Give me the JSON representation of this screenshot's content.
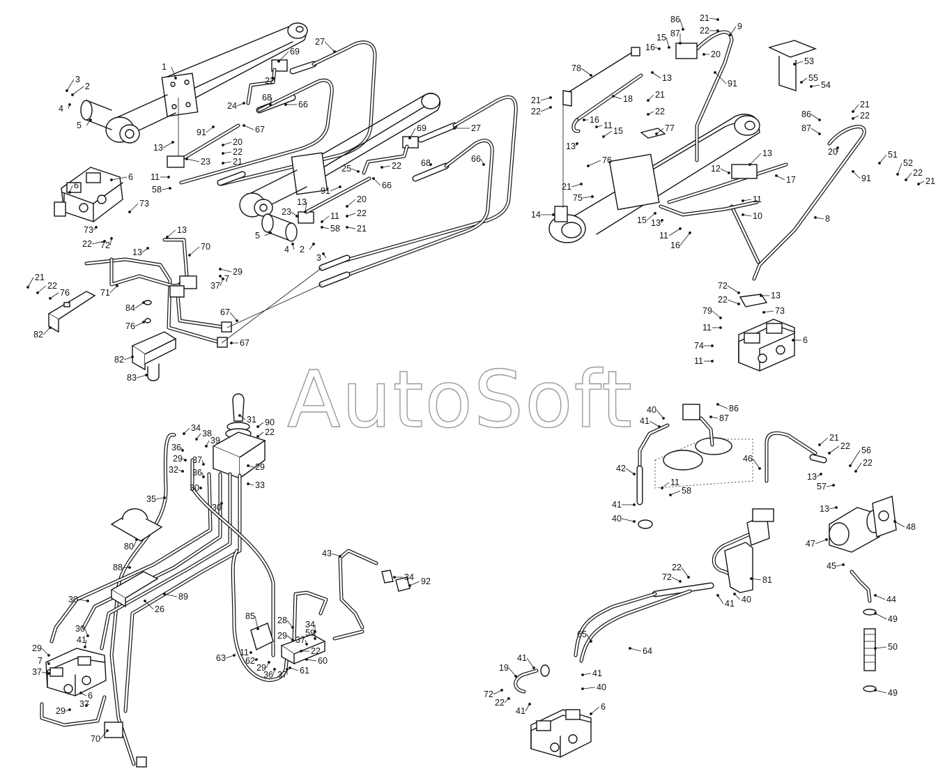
{
  "watermark": "AutoSoft",
  "callouts": [
    {
      "id": "c1",
      "text": "1"
    },
    {
      "id": "c2",
      "text": "2"
    },
    {
      "id": "c3",
      "text": "3"
    },
    {
      "id": "c4",
      "text": "4"
    },
    {
      "id": "c5",
      "text": "5"
    },
    {
      "id": "c6",
      "text": "6"
    },
    {
      "id": "c69",
      "text": "69"
    },
    {
      "id": "c27",
      "text": "27"
    },
    {
      "id": "c22a",
      "text": "22"
    },
    {
      "id": "c68",
      "text": "68"
    },
    {
      "id": "c24",
      "text": "24"
    },
    {
      "id": "c66",
      "text": "66"
    },
    {
      "id": "c91",
      "text": "91"
    },
    {
      "id": "c67",
      "text": "67"
    },
    {
      "id": "c13",
      "text": "13"
    },
    {
      "id": "c20",
      "text": "20"
    },
    {
      "id": "c22b",
      "text": "22"
    },
    {
      "id": "c21",
      "text": "21"
    },
    {
      "id": "c23",
      "text": "23"
    },
    {
      "id": "c11",
      "text": "11"
    },
    {
      "id": "c58",
      "text": "58"
    },
    {
      "id": "c6b",
      "text": "6"
    },
    {
      "id": "c73",
      "text": "73"
    },
    {
      "id": "c73b",
      "text": "73"
    },
    {
      "id": "c22c",
      "text": "22"
    },
    {
      "id": "c72",
      "text": "72"
    },
    {
      "id": "c13b",
      "text": "13"
    },
    {
      "id": "c13c",
      "text": "13"
    },
    {
      "id": "c70",
      "text": "70"
    },
    {
      "id": "c29",
      "text": "29"
    },
    {
      "id": "c7",
      "text": "7"
    },
    {
      "id": "c37",
      "text": "37"
    },
    {
      "id": "c71",
      "text": "71"
    },
    {
      "id": "c21b",
      "text": "21"
    },
    {
      "id": "c22d",
      "text": "22"
    },
    {
      "id": "c76",
      "text": "76"
    },
    {
      "id": "c82",
      "text": "82"
    },
    {
      "id": "c84",
      "text": "84"
    },
    {
      "id": "c76b",
      "text": "76"
    },
    {
      "id": "c82b",
      "text": "82"
    },
    {
      "id": "c83",
      "text": "83"
    },
    {
      "id": "c67b",
      "text": "67"
    },
    {
      "id": "c67c",
      "text": "67"
    },
    {
      "id": "c69b",
      "text": "69"
    },
    {
      "id": "c27b",
      "text": "27"
    },
    {
      "id": "c25",
      "text": "25"
    },
    {
      "id": "c22e",
      "text": "22"
    },
    {
      "id": "c68b",
      "text": "68"
    },
    {
      "id": "c66b",
      "text": "66"
    },
    {
      "id": "c66c",
      "text": "66"
    },
    {
      "id": "c91b",
      "text": "91"
    },
    {
      "id": "c13d",
      "text": "13"
    },
    {
      "id": "c23b",
      "text": "23"
    },
    {
      "id": "c11b",
      "text": "11"
    },
    {
      "id": "c20b",
      "text": "20"
    },
    {
      "id": "c22f",
      "text": "22"
    },
    {
      "id": "c58b",
      "text": "58"
    },
    {
      "id": "c21c",
      "text": "21"
    },
    {
      "id": "c5b",
      "text": "5"
    },
    {
      "id": "c4b",
      "text": "4"
    },
    {
      "id": "c2b",
      "text": "2"
    },
    {
      "id": "c3b",
      "text": "3"
    },
    {
      "id": "c86",
      "text": "86"
    },
    {
      "id": "c21d",
      "text": "21"
    },
    {
      "id": "c22g",
      "text": "22"
    },
    {
      "id": "c9",
      "text": "9"
    },
    {
      "id": "c87",
      "text": "87"
    },
    {
      "id": "c15",
      "text": "15"
    },
    {
      "id": "c16",
      "text": "16"
    },
    {
      "id": "c20c",
      "text": "20"
    },
    {
      "id": "c78",
      "text": "78"
    },
    {
      "id": "c13e",
      "text": "13"
    },
    {
      "id": "c91c",
      "text": "91"
    },
    {
      "id": "c53",
      "text": "53"
    },
    {
      "id": "c55",
      "text": "55"
    },
    {
      "id": "c54",
      "text": "54"
    },
    {
      "id": "c21e",
      "text": "21"
    },
    {
      "id": "c22h",
      "text": "22"
    },
    {
      "id": "c18",
      "text": "18"
    },
    {
      "id": "c21f",
      "text": "21"
    },
    {
      "id": "c22i",
      "text": "22"
    },
    {
      "id": "c16b",
      "text": "16"
    },
    {
      "id": "c11c",
      "text": "11"
    },
    {
      "id": "c15b",
      "text": "15"
    },
    {
      "id": "c13f",
      "text": "13"
    },
    {
      "id": "c77",
      "text": "77"
    },
    {
      "id": "c86b",
      "text": "86"
    },
    {
      "id": "c87b",
      "text": "87"
    },
    {
      "id": "c21g",
      "text": "21"
    },
    {
      "id": "c22j",
      "text": "22"
    },
    {
      "id": "c20d",
      "text": "20"
    },
    {
      "id": "c13g",
      "text": "13"
    },
    {
      "id": "c76c",
      "text": "76"
    },
    {
      "id": "c12",
      "text": "12"
    },
    {
      "id": "c17",
      "text": "17"
    },
    {
      "id": "c91d",
      "text": "91"
    },
    {
      "id": "c51",
      "text": "51"
    },
    {
      "id": "c52",
      "text": "52"
    },
    {
      "id": "c22k",
      "text": "22"
    },
    {
      "id": "c21h",
      "text": "21"
    },
    {
      "id": "c21i",
      "text": "21"
    },
    {
      "id": "c75",
      "text": "75"
    },
    {
      "id": "c14",
      "text": "14"
    },
    {
      "id": "c15c",
      "text": "15"
    },
    {
      "id": "c13h",
      "text": "13"
    },
    {
      "id": "c11d",
      "text": "11"
    },
    {
      "id": "c10",
      "text": "10"
    },
    {
      "id": "c11e",
      "text": "11"
    },
    {
      "id": "c16c",
      "text": "16"
    },
    {
      "id": "c8",
      "text": "8"
    },
    {
      "id": "c72b",
      "text": "72"
    },
    {
      "id": "c13i",
      "text": "13"
    },
    {
      "id": "c22l",
      "text": "22"
    },
    {
      "id": "c73c",
      "text": "73"
    },
    {
      "id": "c79",
      "text": "79"
    },
    {
      "id": "c11f",
      "text": "11"
    },
    {
      "id": "c6c",
      "text": "6"
    },
    {
      "id": "c74",
      "text": "74"
    },
    {
      "id": "c11g",
      "text": "11"
    },
    {
      "id": "c31",
      "text": "31"
    },
    {
      "id": "c90",
      "text": "90"
    },
    {
      "id": "c22m",
      "text": "22"
    },
    {
      "id": "c34",
      "text": "34"
    },
    {
      "id": "c38",
      "text": "38"
    },
    {
      "id": "c39",
      "text": "39"
    },
    {
      "id": "c36",
      "text": "36"
    },
    {
      "id": "c29b",
      "text": "29"
    },
    {
      "id": "c37b",
      "text": "37"
    },
    {
      "id": "c32",
      "text": "32"
    },
    {
      "id": "c36b",
      "text": "36"
    },
    {
      "id": "c29c",
      "text": "29"
    },
    {
      "id": "c30",
      "text": "30"
    },
    {
      "id": "c33",
      "text": "33"
    },
    {
      "id": "c35",
      "text": "35"
    },
    {
      "id": "c30b",
      "text": "30"
    },
    {
      "id": "c80",
      "text": "80"
    },
    {
      "id": "c43",
      "text": "43"
    },
    {
      "id": "c34b",
      "text": "34"
    },
    {
      "id": "c92",
      "text": "92"
    },
    {
      "id": "c88",
      "text": "88"
    },
    {
      "id": "c89",
      "text": "89"
    },
    {
      "id": "c30c",
      "text": "30"
    },
    {
      "id": "c26",
      "text": "26"
    },
    {
      "id": "c85",
      "text": "85"
    },
    {
      "id": "c28",
      "text": "28"
    },
    {
      "id": "c34c",
      "text": "34"
    },
    {
      "id": "c30d",
      "text": "30"
    },
    {
      "id": "c41",
      "text": "41"
    },
    {
      "id": "c29d",
      "text": "29"
    },
    {
      "id": "c59",
      "text": "59"
    },
    {
      "id": "c37c",
      "text": "37"
    },
    {
      "id": "c22n",
      "text": "22"
    },
    {
      "id": "c11h",
      "text": "11"
    },
    {
      "id": "c62",
      "text": "62"
    },
    {
      "id": "c60",
      "text": "60"
    },
    {
      "id": "c63",
      "text": "63"
    },
    {
      "id": "c29e",
      "text": "29"
    },
    {
      "id": "c36c",
      "text": "36"
    },
    {
      "id": "c37d",
      "text": "37"
    },
    {
      "id": "c61",
      "text": "61"
    },
    {
      "id": "c29f",
      "text": "29"
    },
    {
      "id": "c7b",
      "text": "7"
    },
    {
      "id": "c37e",
      "text": "37"
    },
    {
      "id": "c6d",
      "text": "6"
    },
    {
      "id": "c29g",
      "text": "29"
    },
    {
      "id": "c37f",
      "text": "37"
    },
    {
      "id": "c70b",
      "text": "70"
    },
    {
      "id": "c40",
      "text": "40"
    },
    {
      "id": "c41b",
      "text": "41"
    },
    {
      "id": "c86c",
      "text": "86"
    },
    {
      "id": "c87c",
      "text": "87"
    },
    {
      "id": "c42",
      "text": "42"
    },
    {
      "id": "c11i",
      "text": "11"
    },
    {
      "id": "c58c",
      "text": "58"
    },
    {
      "id": "c41c",
      "text": "41"
    },
    {
      "id": "c40b",
      "text": "40"
    },
    {
      "id": "c46",
      "text": "46"
    },
    {
      "id": "c21j",
      "text": "21"
    },
    {
      "id": "c22o",
      "text": "22"
    },
    {
      "id": "c56",
      "text": "56"
    },
    {
      "id": "c22p",
      "text": "22"
    },
    {
      "id": "c13j",
      "text": "13"
    },
    {
      "id": "c57",
      "text": "57"
    },
    {
      "id": "c13k",
      "text": "13"
    },
    {
      "id": "c48",
      "text": "48"
    },
    {
      "id": "c47",
      "text": "47"
    },
    {
      "id": "c45",
      "text": "45"
    },
    {
      "id": "c81",
      "text": "81"
    },
    {
      "id": "c22q",
      "text": "22"
    },
    {
      "id": "c72c",
      "text": "72"
    },
    {
      "id": "c41d",
      "text": "41"
    },
    {
      "id": "c40c",
      "text": "40"
    },
    {
      "id": "c44",
      "text": "44"
    },
    {
      "id": "c49",
      "text": "49"
    },
    {
      "id": "c65",
      "text": "65"
    },
    {
      "id": "c64",
      "text": "64"
    },
    {
      "id": "c50",
      "text": "50"
    },
    {
      "id": "c19",
      "text": "19"
    },
    {
      "id": "c41e",
      "text": "41"
    },
    {
      "id": "c41f",
      "text": "41"
    },
    {
      "id": "c40d",
      "text": "40"
    },
    {
      "id": "c72d",
      "text": "72"
    },
    {
      "id": "c22r",
      "text": "22"
    },
    {
      "id": "c41g",
      "text": "41"
    },
    {
      "id": "c6e",
      "text": "6"
    },
    {
      "id": "c49b",
      "text": "49"
    }
  ]
}
